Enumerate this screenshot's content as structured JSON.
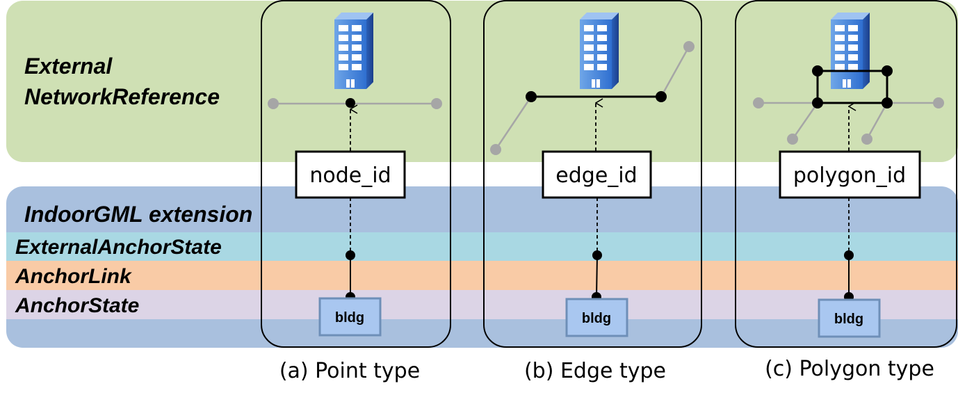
{
  "layers": {
    "external_line1": "External",
    "external_line2": "NetworkReference",
    "indoorgml": "IndoorGML extension",
    "external_anchor_state": "ExternalAnchorState",
    "anchor_link": "AnchorLink",
    "anchor_state": "AnchorState"
  },
  "colors": {
    "external_band": "#cfe0b4",
    "indoorgml_band": "#a9c0de",
    "anchor_state_ext_band": "#a9d8e3",
    "anchor_link_band": "#f9cba6",
    "anchor_state_band": "#dcd4e6",
    "bldg_box": "#a9c7f0",
    "bldg_border": "#6e8fb8"
  },
  "panels": [
    {
      "id_label": "node_id",
      "bldg_label": "bldg",
      "caption": "(a) Point type"
    },
    {
      "id_label": "edge_id",
      "bldg_label": "bldg",
      "caption": "(b) Edge type"
    },
    {
      "id_label": "polygon_id",
      "bldg_label": "bldg",
      "caption": "(c) Polygon type"
    }
  ]
}
